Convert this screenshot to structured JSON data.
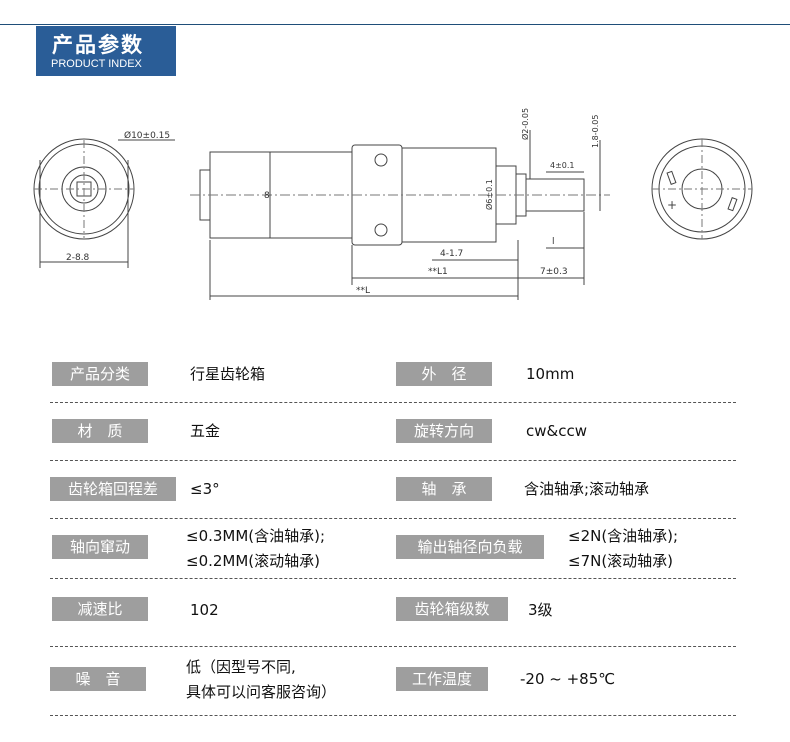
{
  "header": {
    "title_cn": "产品参数",
    "title_en": "PRODUCT INDEX"
  },
  "drawing": {
    "dim_outer_dia": "Ø10±0.15",
    "dim_width": "2-8.8",
    "dim_height": "8",
    "dim_shaft_dia": "Ø2-0.05",
    "dim_flat": "1.8-0.05",
    "dim_shaft_flat_len": "4±0.1",
    "dim_boss": "Ø6±0.1",
    "dim_gap": "4-1.7",
    "dim_l": "l",
    "dim_l1": "**L1",
    "dim_shaft_len": "7±0.3",
    "dim_total": "**L"
  },
  "specs": {
    "r1": {
      "l1": "产品分类",
      "v1": "行星齿轮箱",
      "l2": "外　径",
      "v2": "10mm"
    },
    "r2": {
      "l1": "材　质",
      "v1": "五金",
      "l2": "旋转方向",
      "v2": "cw&ccw"
    },
    "r3": {
      "l1": "齿轮箱回程差",
      "v1": "≤3°",
      "l2": "轴　承",
      "v2": "含油轴承;滚动轴承"
    },
    "r4": {
      "l1": "轴向窜动",
      "v1a": "≤0.3MM(含油轴承);",
      "v1b": "≤0.2MM(滚动轴承)",
      "l2": "输出轴径向负载",
      "v2a": "≤2N(含油轴承);",
      "v2b": "≤7N(滚动轴承)"
    },
    "r5": {
      "l1": "减速比",
      "v1": "102",
      "l2": "齿轮箱级数",
      "v2": "3级"
    },
    "r6": {
      "l1": "噪　音",
      "v1a": "低（因型号不同,",
      "v1b": "具体可以问客服咨询）",
      "l2": "工作温度",
      "v2": "-20 ~ +85℃"
    }
  }
}
